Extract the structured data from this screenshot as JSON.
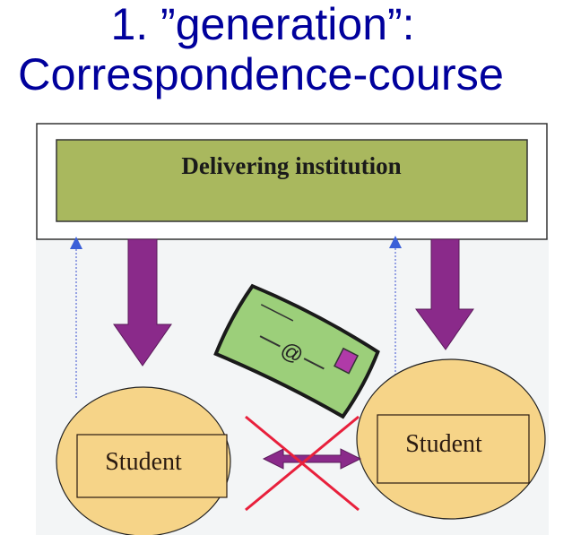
{
  "title": {
    "line1": "1. ”generation”:",
    "line2": "Correspondence-course"
  },
  "diagram": {
    "institution_label": "Delivering institution",
    "student_left_label": "Student",
    "student_right_label": "Student",
    "envelope_text": "@",
    "colors": {
      "title": "#00009c",
      "institution_fill": "#a9b85e",
      "arrow": "#8a2a8a",
      "feedback_line": "#3a4fd0",
      "student_fill": "#f6d488",
      "envelope_fill": "#9ccf7a",
      "cross": "#e8203c"
    }
  }
}
